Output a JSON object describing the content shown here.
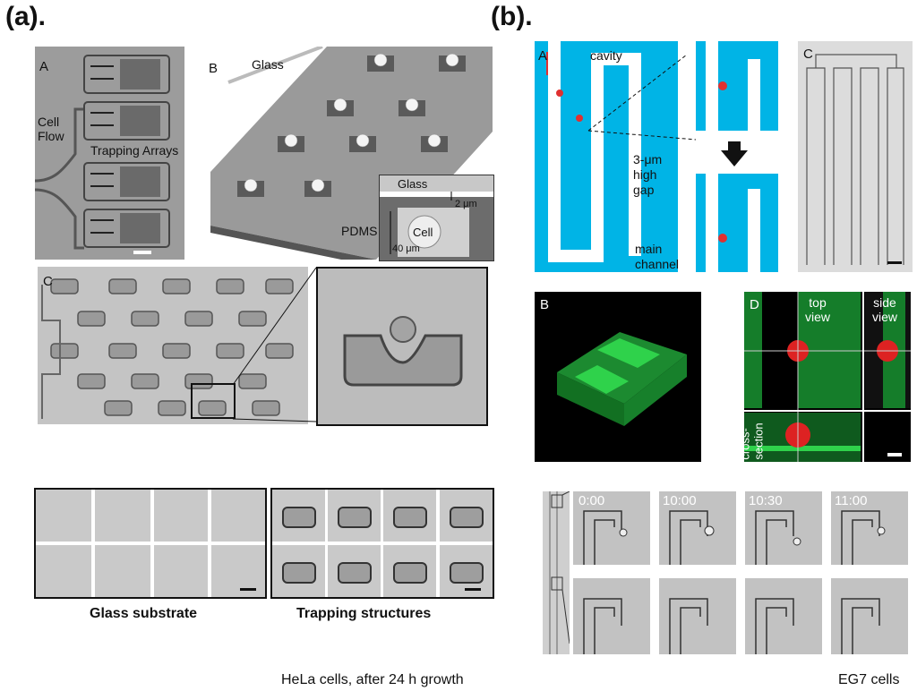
{
  "figure": {
    "panel_a_label": "(a).",
    "panel_b_label": "(b)."
  },
  "a": {
    "A_label": "A",
    "cell_flow": "Cell\nFlow",
    "trapping_arrays": "Trapping Arrays",
    "B_label": "B",
    "glass_top": "Glass",
    "glass_inset": "Glass",
    "pdms": "PDMS",
    "cell": "Cell",
    "dim_2um": "2 μm",
    "dim_40um": "40 μm",
    "C_label": "C",
    "glass_substrate": "Glass substrate",
    "trapping_structures": "Trapping structures",
    "caption": "HeLa cells, after 24 h growth"
  },
  "b": {
    "A_label": "A",
    "cavity": "cavity",
    "gap": "3-μm\nhigh\ngap",
    "main_channel": "main\nchannel",
    "C_label": "C",
    "B_label": "B",
    "D_label": "D",
    "top_view": "top\nview",
    "side_view": "side\nview",
    "cross_section": "cross-\nsection",
    "times": [
      "0:00",
      "10:00",
      "10:30",
      "11:00"
    ],
    "caption": "EG7 cells"
  },
  "colors": {
    "microfluidic_blue": "#00b4e6",
    "confocal_green": "#1fae3a",
    "cell_red": "#e02020"
  }
}
